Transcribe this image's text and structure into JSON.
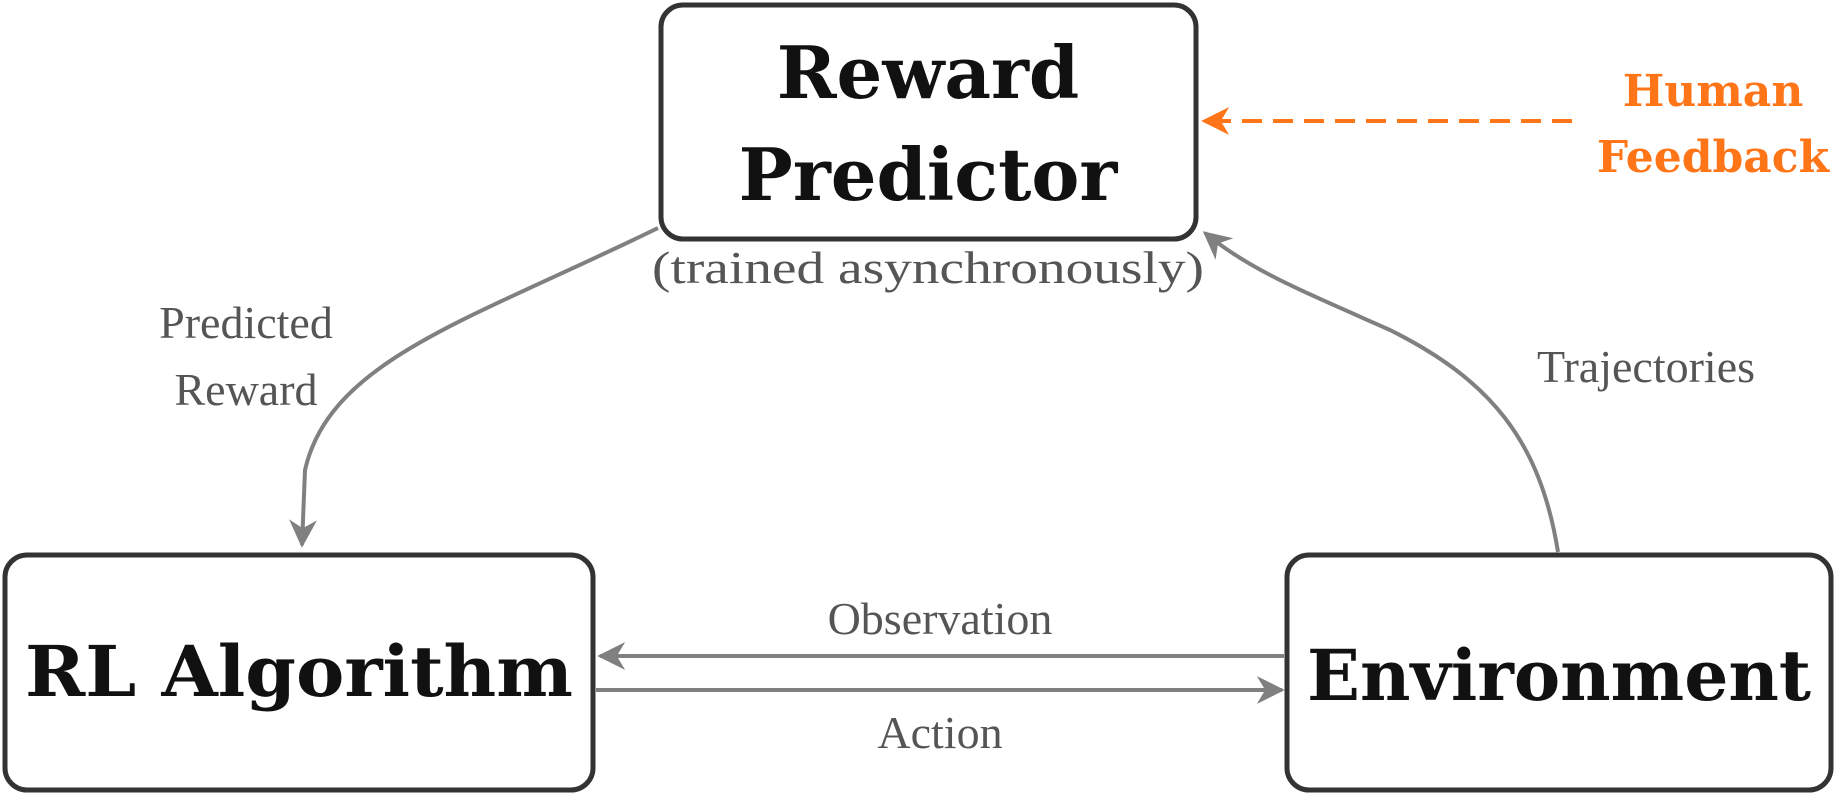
{
  "nodes": {
    "reward_predictor": {
      "line1": "Reward",
      "line2": "Predictor"
    },
    "rl_algorithm": {
      "label": "RL Algorithm"
    },
    "environment": {
      "label": "Environment"
    }
  },
  "annotations": {
    "async_note": "(trained asynchronously)",
    "predicted_reward_line1": "Predicted",
    "predicted_reward_line2": "Reward",
    "trajectories": "Trajectories",
    "observation": "Observation",
    "action": "Action",
    "human_feedback_line1": "Human",
    "human_feedback_line2": "Feedback"
  },
  "colors": {
    "box_stroke": "#333333",
    "edge": "#808080",
    "label_text": "#555555",
    "human_feedback": "#ff7518"
  }
}
